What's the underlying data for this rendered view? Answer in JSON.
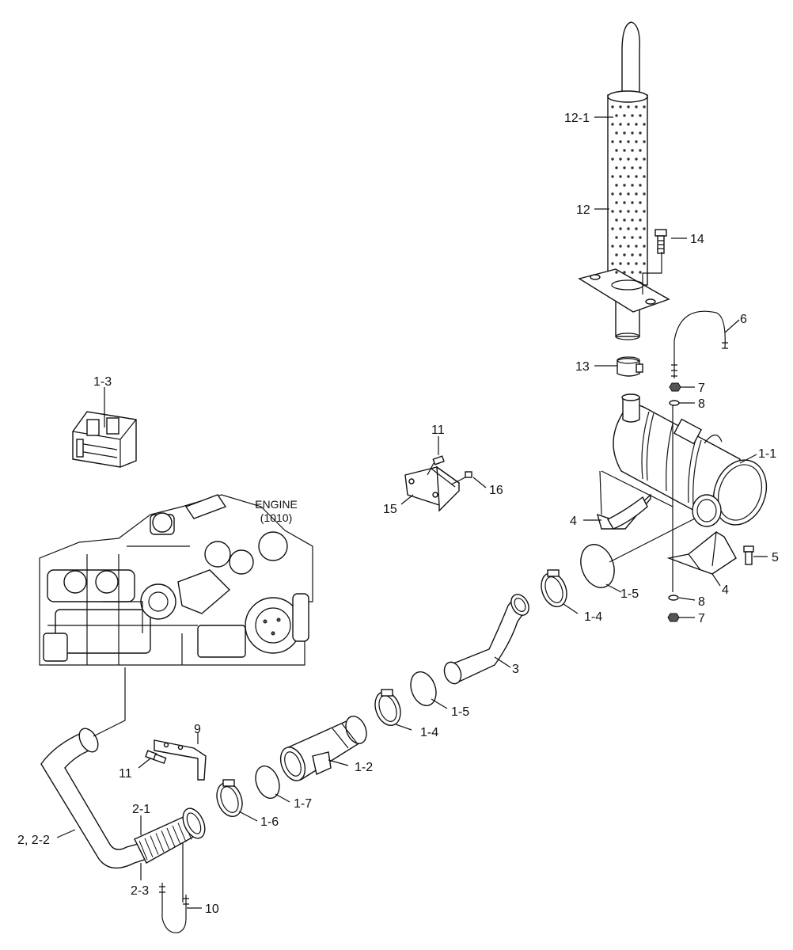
{
  "callouts": {
    "c_12_1": "12-1",
    "c_12": "12",
    "c_14": "14",
    "c_6": "6",
    "c_13": "13",
    "c_7_top": "7",
    "c_8_top": "8",
    "c_1_1": "1-1",
    "c_1_3": "1-3",
    "c_11_top": "11",
    "c_16": "16",
    "c_15": "15",
    "c_4_left": "4",
    "c_5": "5",
    "c_4_right": "4",
    "c_1_5_right": "1-5",
    "c_8_bottom": "8",
    "c_1_4_right": "1-4",
    "c_7_bottom": "7",
    "c_3": "3",
    "c_1_5_mid": "1-5",
    "c_1_4_mid": "1-4",
    "c_9": "9",
    "c_11_left": "11",
    "c_1_2": "1-2",
    "c_1_7": "1-7",
    "c_1_6": "1-6",
    "c_2_1": "2-1",
    "c_2_2_2": "2, 2-2",
    "c_2_3": "2-3",
    "c_10": "10"
  },
  "engine_label": {
    "line1": "ENGINE",
    "line2": "(1010)"
  }
}
